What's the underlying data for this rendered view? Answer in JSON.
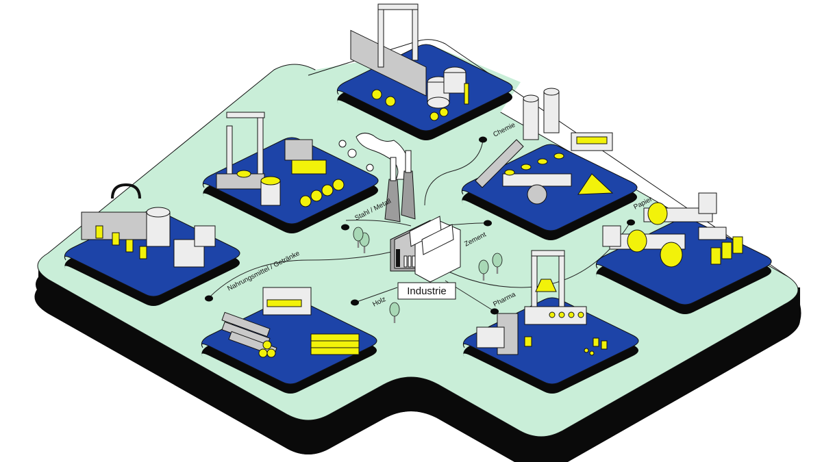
{
  "title": "Industrie",
  "colors": {
    "platform": "#c9eed8",
    "platform_edge": "#0a0a0a",
    "tile": "#1d44a8",
    "accent": "#f2f20a",
    "machine": "#c9c9c9",
    "machine_light": "#ededed",
    "tree": "#a8d8b6"
  },
  "center": {
    "label": "Industrie",
    "icon": "factory-icon"
  },
  "sectors": [
    {
      "id": "chemie",
      "label": "Chemie",
      "icon": "flask-icon"
    },
    {
      "id": "zement",
      "label": "Zement",
      "icon": "silo-icon"
    },
    {
      "id": "papier",
      "label": "Papier",
      "icon": "paper-roll-icon"
    },
    {
      "id": "pharma",
      "label": "Pharma",
      "icon": "pill-bottle-icon"
    },
    {
      "id": "holz",
      "label": "Holz",
      "icon": "log-icon"
    },
    {
      "id": "nahrungsmittel",
      "label": "Nahrungsmittel / Getränke",
      "icon": "carton-icon"
    },
    {
      "id": "stahl",
      "label": "Stahl / Metall",
      "icon": "ladle-icon"
    }
  ]
}
